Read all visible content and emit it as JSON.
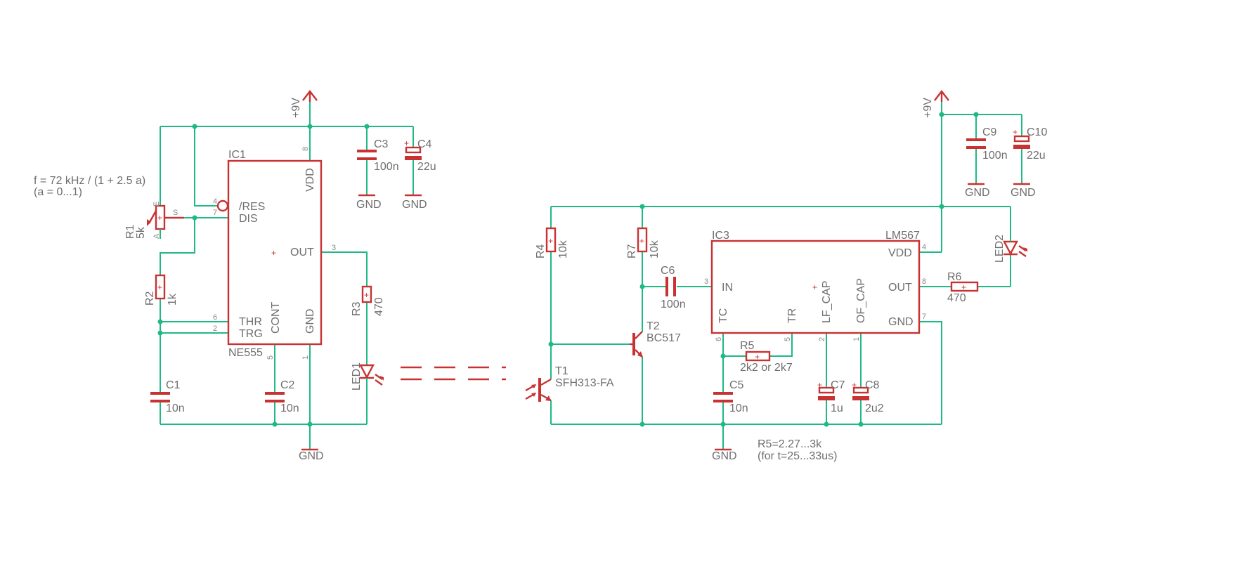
{
  "labels": {
    "vcc_left": "+9V",
    "vcc_right": "+9V",
    "gnd": "GND",
    "formula_line1": "f = 72 kHz / (1 + 2.5 a)",
    "formula_line2": "(a = 0...1)",
    "note_r5_line1": "R5=2.27...3k",
    "note_r5_line2": "(for t=25...33us)"
  },
  "ic1": {
    "name": "IC1",
    "value": "NE555",
    "pins": {
      "res": "/RES",
      "dis": "DIS",
      "thr": "THR",
      "trg": "TRG",
      "cont": "CONT",
      "vdd": "VDD",
      "out": "OUT",
      "gnd": "GND"
    },
    "pin_numbers": {
      "p4": "4",
      "p7": "7",
      "p6": "6",
      "p2": "2",
      "p5": "5",
      "p1": "1",
      "p8": "8",
      "p3": "3"
    }
  },
  "ic3": {
    "name": "IC3",
    "value": "LM567",
    "pins": {
      "vdd": "VDD",
      "in": "IN",
      "tc": "TC",
      "tr": "TR",
      "lf_cap": "LF_CAP",
      "of_cap": "OF_CAP",
      "out": "OUT",
      "gnd": "GND"
    },
    "pin_numbers": {
      "p4": "4",
      "p3": "3",
      "p6": "6",
      "p5": "5",
      "p2": "2",
      "p1": "1",
      "p8": "8",
      "p7": "7"
    }
  },
  "components": {
    "r1": {
      "name": "R1",
      "value": "5k",
      "e": "E",
      "a": "A",
      "s": "S"
    },
    "r2": {
      "name": "R2",
      "value": "1k"
    },
    "r3": {
      "name": "R3",
      "value": "470"
    },
    "r4": {
      "name": "R4",
      "value": "10k"
    },
    "r5": {
      "name": "R5",
      "value": "2k2 or 2k7"
    },
    "r6": {
      "name": "R6",
      "value": "470"
    },
    "r7": {
      "name": "R7",
      "value": "10k"
    },
    "c1": {
      "name": "C1",
      "value": "10n"
    },
    "c2": {
      "name": "C2",
      "value": "10n"
    },
    "c3": {
      "name": "C3",
      "value": "100n"
    },
    "c4": {
      "name": "C4",
      "value": "22u"
    },
    "c5": {
      "name": "C5",
      "value": "10n"
    },
    "c6": {
      "name": "C6",
      "value": "100n"
    },
    "c7": {
      "name": "C7",
      "value": "1u"
    },
    "c8": {
      "name": "C8",
      "value": "2u2"
    },
    "c9": {
      "name": "C9",
      "value": "100n"
    },
    "c10": {
      "name": "C10",
      "value": "22u"
    },
    "led1": {
      "name": "LED1"
    },
    "led2": {
      "name": "LED2"
    },
    "t1": {
      "name": "T1",
      "value": "SFH313-FA"
    },
    "t2": {
      "name": "T2",
      "value": "BC517"
    }
  },
  "colors": {
    "wire": "#1fb985",
    "part": "#c83232",
    "text": "#6e6e6e"
  }
}
